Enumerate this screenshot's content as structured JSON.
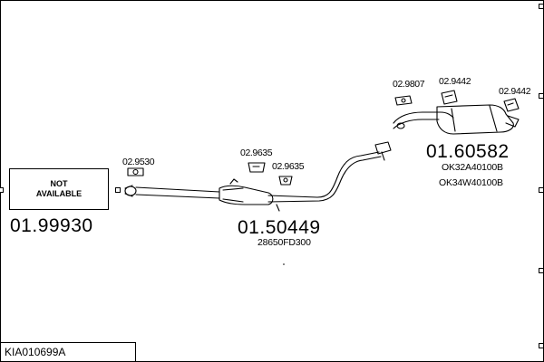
{
  "diagram": {
    "not_available": {
      "line1": "NOT",
      "line2": "AVAILABLE"
    },
    "vehicle_code": "KIA010699A",
    "parts": {
      "front_pipe": {
        "number": "01.99930"
      },
      "middle_silencer": {
        "number": "01.50449",
        "oem": "28650FD300"
      },
      "rear_silencer": {
        "number": "01.60582",
        "oem": [
          "OK32A40100B",
          "OK34W40100B"
        ]
      }
    },
    "accessories": {
      "gasket_front": "02.9530",
      "hanger_mid_1": "02.9635",
      "hanger_mid_2": "02.9635",
      "gasket_rear": "02.9807",
      "hanger_rear_1": "02.9442",
      "hanger_rear_2": "02.9442"
    }
  }
}
